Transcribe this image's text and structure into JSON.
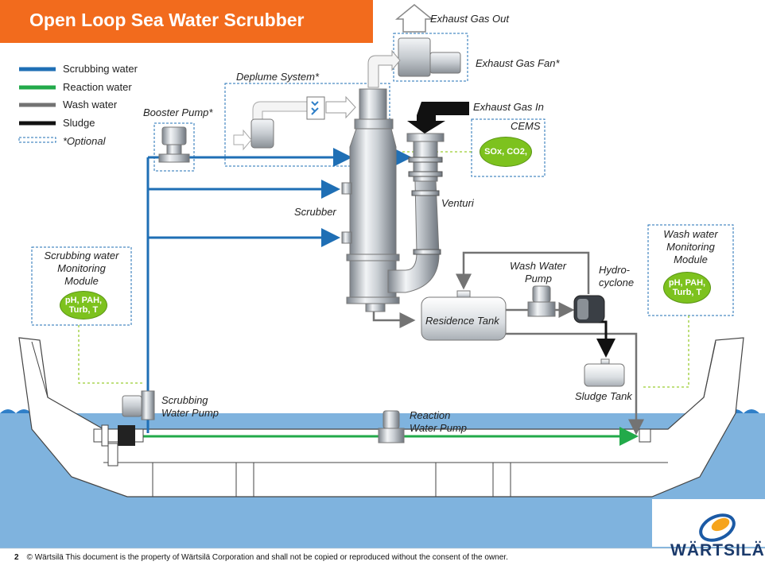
{
  "title": "Open Loop Sea Water Scrubber",
  "legend": {
    "scrubbing": "Scrubbing water",
    "reaction": "Reaction water",
    "wash": "Wash water",
    "sludge": "Sludge",
    "optional": "*Optional"
  },
  "colors": {
    "title_bg": "#f26b1d",
    "scrubbing": "#1f6fb5",
    "reaction": "#22aa4a",
    "wash": "#737373",
    "sludge": "#111111",
    "sensor": "#7dc21e",
    "sea": "#7fb3de"
  },
  "labels": {
    "exhaust_out": "Exhaust Gas Out",
    "exhaust_fan": "Exhaust Gas Fan*",
    "deplume": "Deplume  System*",
    "booster": "Booster Pump*",
    "exhaust_in": "Exhaust Gas In",
    "cems": "CEMS",
    "cems_sensor": "SOx, CO2,",
    "venturi": "Venturi",
    "scrubber": "Scrubber",
    "wash_pump_1": "Wash Water",
    "wash_pump_2": "Pump",
    "hydro_1": "Hydro-",
    "hydro_2": "cyclone",
    "residence": "Residence Tank",
    "sludge_tank": "Sludge Tank",
    "scrub_pump_1": "Scrubbing",
    "scrub_pump_2": "Water Pump",
    "reaction_pump_1": "Reaction",
    "reaction_pump_2": "Water Pump",
    "swm_1": "Scrubbing water",
    "swm_2": "Monitoring",
    "swm_3": "Module",
    "swm_sensor_1": "pH, PAH,",
    "swm_sensor_2": "Turb, T",
    "wwm_1": "Wash water",
    "wwm_2": "Monitoring",
    "wwm_3": "Module",
    "wwm_sensor_1": "pH, PAH,",
    "wwm_sensor_2": "Turb, T"
  },
  "footer": {
    "page": "2",
    "text": "© Wärtsilä  This document is the property of Wärtsilä Corporation and shall not be copied or reproduced without the consent of the owner."
  },
  "logo": "WÄRTSILÄ"
}
